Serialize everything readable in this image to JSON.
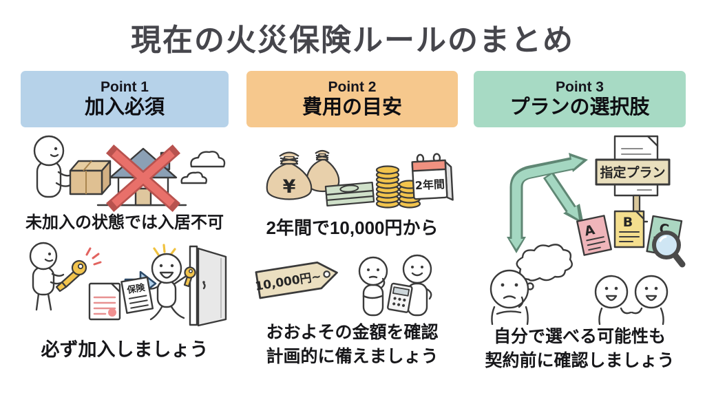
{
  "title": "現在の火災保険ルールのまとめ",
  "colors": {
    "point1_bg": "#b6d2e9",
    "point2_bg": "#f6c88d",
    "point3_bg": "#a7dac4",
    "title_text": "#46464c",
    "body_text": "#17171a",
    "red_x": "#e8706a",
    "arrow_blue": "#b3d2ec",
    "arrow_mint": "#a4d7c1",
    "key_gold": "#f2c44d",
    "calendar_header": "#f09180"
  },
  "columns": [
    {
      "point_label": "Point 1",
      "point_title": "加入必須",
      "caption_top": "未加入の状態では入居不可",
      "caption_bottom": "必ず加入しましょう",
      "insurance_doc_label": "保険"
    },
    {
      "point_label": "Point 2",
      "point_title": "費用の目安",
      "caption_top": "2年間で10,000円から",
      "caption_bottom_line1": "おおよその金額を確認",
      "caption_bottom_line2": "計画的に備えましょう",
      "calendar_label": "2年間",
      "moneybag_symbol": "¥",
      "price_tag_label": "10,000円~"
    },
    {
      "point_label": "Point 3",
      "point_title": "プランの選択肢",
      "sign_label": "指定プラン",
      "plan_doc_labels": [
        "A",
        "B",
        "C"
      ],
      "caption_bottom_line1": "自分で選べる可能性も",
      "caption_bottom_line2": "契約前に確認しましょう"
    }
  ]
}
